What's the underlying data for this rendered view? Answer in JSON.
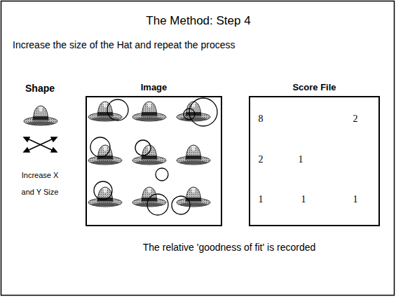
{
  "diagram": {
    "title": "The Method: Step 4",
    "caption": "The relative 'goodness of fit' is recorded",
    "nodes": [
      {
        "text": [
          "Image"
        ]
      },
      {
        "text": [
          "Score File"
        ]
      }
    ],
    "edges": [],
    "labels": [
      "Increase the size of the Hat and repeat the process",
      "Shape",
      "Increase X and Y Size",
      "8",
      "2",
      "2",
      "1",
      "1",
      "1",
      "1"
    ]
  }
}
